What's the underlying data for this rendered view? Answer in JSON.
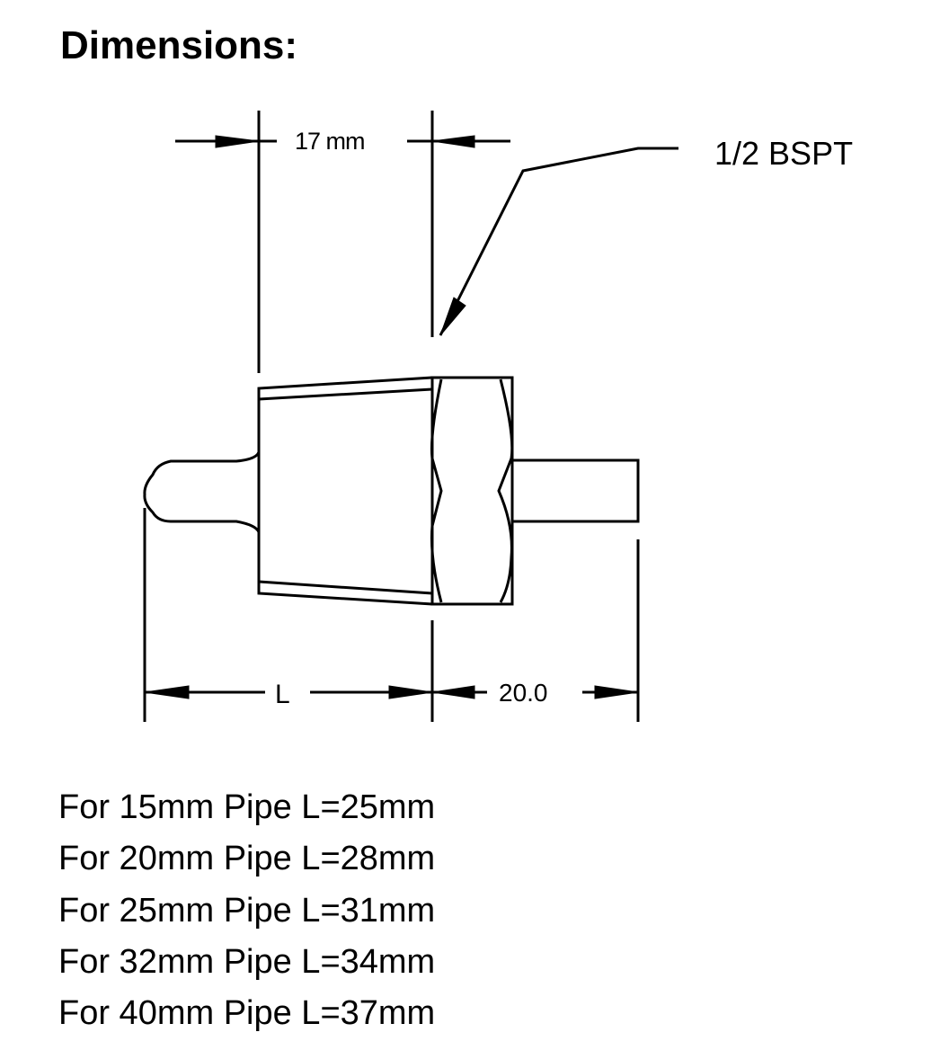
{
  "title": "Dimensions:",
  "drawing": {
    "dim_top": "17 mm",
    "thread_label": "1/2 BSPT",
    "dim_L": "L",
    "dim_right": "20.0"
  },
  "specs": [
    "For 15mm Pipe L=25mm",
    "For 20mm Pipe L=28mm",
    "For 25mm Pipe L=31mm",
    "For 32mm Pipe L=34mm",
    "For 40mm Pipe L=37mm"
  ]
}
